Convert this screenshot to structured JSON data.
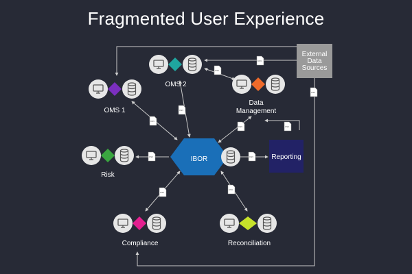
{
  "page": {
    "title": "Fragmented User Experience"
  },
  "nodes": {
    "ibor": {
      "label": "IBOR",
      "color": "#1a6fb8"
    },
    "reporting": {
      "label": "Reporting",
      "color": "#222266"
    },
    "external": {
      "line1": "External",
      "line2": "Data",
      "line3": "Sources",
      "color": "#9a9a9a"
    },
    "oms2": {
      "label": "OMS 2",
      "diamond_color": "#1fa6a0"
    },
    "oms1": {
      "label": "OMS 1",
      "diamond_color": "#7b2fbf"
    },
    "data_mgmt": {
      "line1": "Data",
      "line2": "Management",
      "diamond_color": "#ee6a2a"
    },
    "risk": {
      "label": "Risk",
      "diamond_color": "#3aa640"
    },
    "compliance": {
      "label": "Compliance",
      "diamond_color": "#e31f8f"
    },
    "reconciliation": {
      "label": "Reconciliation",
      "diamond_color": "#c7e22a"
    }
  },
  "file_badge": "CSV",
  "colors": {
    "background": "#272a36",
    "connector": "#c8c8c8",
    "icon_circle": "#e6e6e6"
  }
}
